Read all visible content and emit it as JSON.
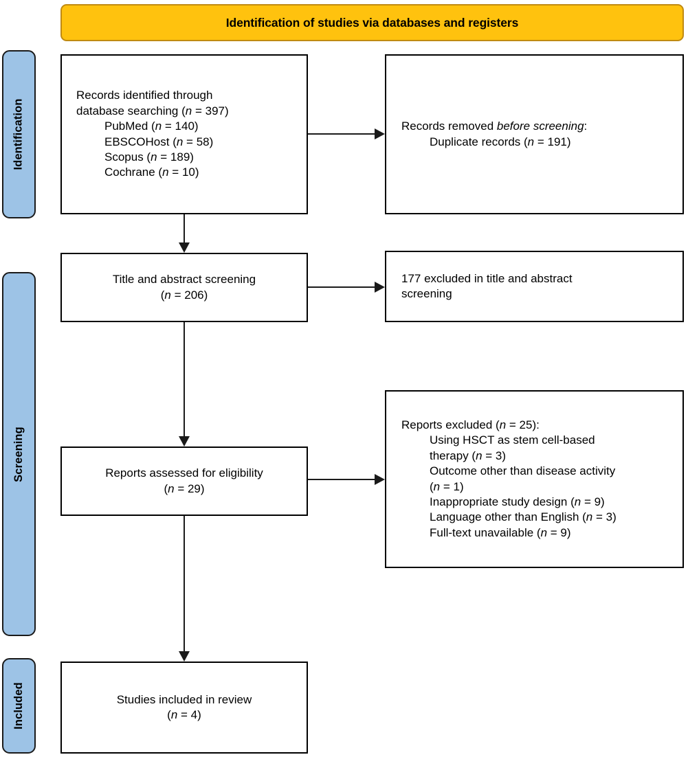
{
  "diagram": {
    "title": "PRISMA flow diagram",
    "colors": {
      "header_bg": "#FFC20E",
      "header_border": "#C08A11",
      "sidebar_bg": "#9DC3E6",
      "box_border": "#000000",
      "connector": "#1A1A1A"
    }
  },
  "header": {
    "label": "Identification of studies via databases and registers"
  },
  "stage_labels": [
    {
      "id": "identification",
      "label": "Identification"
    },
    {
      "id": "screening",
      "label": "Screening"
    },
    {
      "id": "included",
      "label": "Included"
    }
  ],
  "boxes": {
    "records_identified": {
      "line1": "Records identified through",
      "line2_prefix": "database searching (",
      "line2_n": "n",
      "line2_suffix": " = 397)",
      "sources": [
        {
          "name": "PubMed (",
          "n": "n",
          "value": " = 140)"
        },
        {
          "name": "EBSCOHost (",
          "n": "n",
          "value": " = 58)"
        },
        {
          "name": "Scopus (",
          "n": "n",
          "value": " = 189)"
        },
        {
          "name": "Cochrane (",
          "n": "n",
          "value": " = 10)"
        }
      ]
    },
    "records_removed": {
      "line1_prefix": "Records removed ",
      "line1_italic": "before screening",
      "line1_suffix": ":",
      "line2_prefix": "Duplicate records (",
      "line2_n": "n",
      "line2_suffix": " = 191)"
    },
    "title_abstract_screening": {
      "line1": "Title and abstract screening",
      "line2_prefix": "(",
      "line2_n": "n",
      "line2_suffix": " = 206)"
    },
    "excluded_title_abstract": {
      "line1": "177 excluded in title and abstract",
      "line2": "screening"
    },
    "reports_assessed": {
      "line1": "Reports assessed for eligibility",
      "line2_prefix": "(",
      "line2_n": "n",
      "line2_suffix": " = 29)"
    },
    "reports_excluded": {
      "heading_prefix": "Reports excluded (",
      "heading_n": "n",
      "heading_suffix": " = 25):",
      "reasons": [
        {
          "text_line1": "Using HSCT as stem cell-based",
          "text_line2": "therapy (",
          "n": "n",
          "value": " = 3)"
        },
        {
          "text_line1": "Outcome other than disease activity",
          "text_line2": "(",
          "n": "n",
          "value": " = 1)"
        },
        {
          "text_line1": "Inappropriate study design (",
          "n": "n",
          "value": " = 9)"
        },
        {
          "text_line1": "Language other than English (",
          "n": "n",
          "value": " = 3)"
        },
        {
          "text_line1": "Full-text unavailable (",
          "n": "n",
          "value": " = 9)"
        }
      ]
    },
    "studies_included": {
      "line1": "Studies included in review",
      "line2_prefix": "(",
      "line2_n": "n",
      "line2_suffix": " = 4)"
    }
  }
}
